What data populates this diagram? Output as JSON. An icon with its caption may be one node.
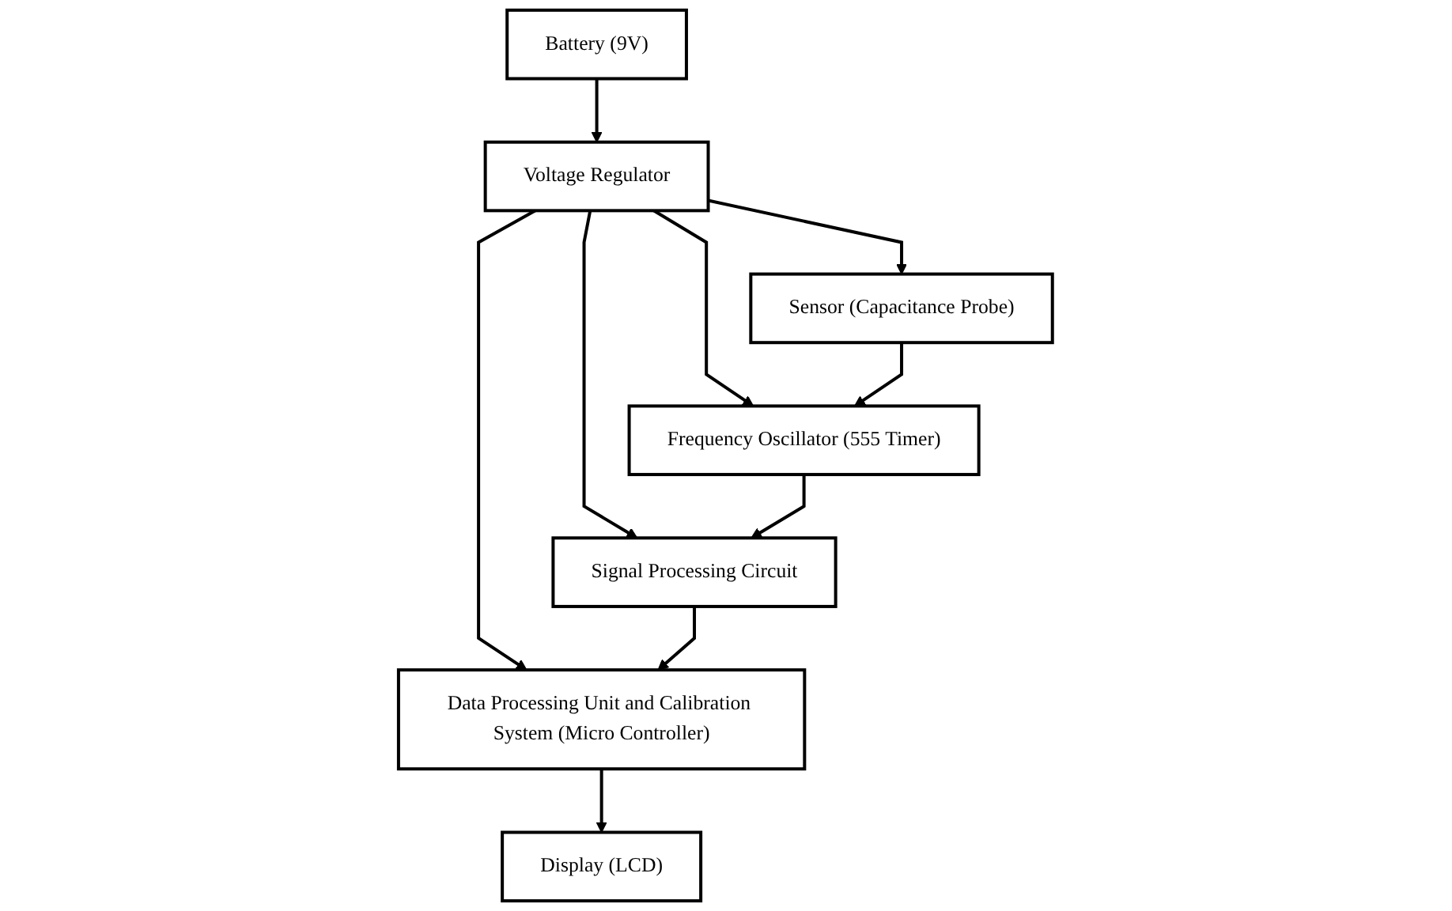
{
  "diagram": {
    "nodes": [
      {
        "text": [
          "Battery (9V)"
        ]
      },
      {
        "text": [
          "Voltage Regulator"
        ]
      },
      {
        "text": [
          "Sensor (Capacitance Probe)"
        ]
      },
      {
        "text": [
          "Frequency Oscillator (555 Timer)"
        ]
      },
      {
        "text": [
          "Signal Processing Circuit"
        ]
      },
      {
        "text": [
          "Data Processing Unit and Calibration System (Micro Controller)"
        ]
      },
      {
        "text": [
          "Display (LCD)"
        ]
      }
    ],
    "edges": [
      {
        "from": 0,
        "to": 1,
        "arrow": "to"
      },
      {
        "from": 1,
        "to": 2,
        "arrow": "to"
      },
      {
        "from": 1,
        "to": 3,
        "arrow": "to"
      },
      {
        "from": 1,
        "to": 4,
        "arrow": "to"
      },
      {
        "from": 1,
        "to": 5,
        "arrow": "to"
      },
      {
        "from": 2,
        "to": 3,
        "arrow": "to"
      },
      {
        "from": 3,
        "to": 4,
        "arrow": "to"
      },
      {
        "from": 4,
        "to": 5,
        "arrow": "to"
      },
      {
        "from": 5,
        "to": 6,
        "arrow": "to"
      }
    ]
  }
}
